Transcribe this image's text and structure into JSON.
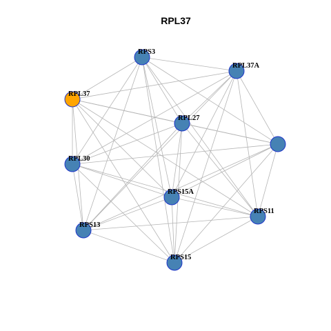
{
  "title": "RPL37",
  "colors": {
    "highlight_node": "#FFA500",
    "default_node": "#4682B4",
    "node_border": "#1F35C9",
    "edge": "#B4B4B4"
  },
  "nodes": [
    {
      "id": "RPS3",
      "label": "RPS3",
      "highlight": false
    },
    {
      "id": "RPL37A",
      "label": "RPL37A",
      "highlight": false
    },
    {
      "id": "RPL37",
      "label": "RPL37",
      "highlight": true
    },
    {
      "id": "RPL27",
      "label": "RPL27",
      "highlight": false
    },
    {
      "id": "N_unlabeled",
      "label": "",
      "highlight": false
    },
    {
      "id": "RPL30",
      "label": "RPL30",
      "highlight": false
    },
    {
      "id": "RPS15A",
      "label": "RPS15A",
      "highlight": false
    },
    {
      "id": "RPS11",
      "label": "RPS11",
      "highlight": false
    },
    {
      "id": "RPS13",
      "label": "RPS13",
      "highlight": false
    },
    {
      "id": "RPS15",
      "label": "RPS15",
      "highlight": false
    }
  ],
  "edges": [
    [
      "RPS3",
      "RPL37A"
    ],
    [
      "RPS3",
      "RPL37"
    ],
    [
      "RPS3",
      "RPL27"
    ],
    [
      "RPS3",
      "N_unlabeled"
    ],
    [
      "RPS3",
      "RPL30"
    ],
    [
      "RPS3",
      "RPS15A"
    ],
    [
      "RPS3",
      "RPS11"
    ],
    [
      "RPS3",
      "RPS13"
    ],
    [
      "RPS3",
      "RPS15"
    ],
    [
      "RPL37A",
      "RPL37"
    ],
    [
      "RPL37A",
      "RPL27"
    ],
    [
      "RPL37A",
      "N_unlabeled"
    ],
    [
      "RPL37A",
      "RPL30"
    ],
    [
      "RPL37A",
      "RPS15A"
    ],
    [
      "RPL37A",
      "RPS11"
    ],
    [
      "RPL37A",
      "RPS13"
    ],
    [
      "RPL37A",
      "RPS15"
    ],
    [
      "RPL37",
      "RPL27"
    ],
    [
      "RPL37",
      "N_unlabeled"
    ],
    [
      "RPL37",
      "RPL30"
    ],
    [
      "RPL37",
      "RPS15A"
    ],
    [
      "RPL37",
      "RPS11"
    ],
    [
      "RPL37",
      "RPS13"
    ],
    [
      "RPL37",
      "RPS15"
    ],
    [
      "RPL27",
      "N_unlabeled"
    ],
    [
      "RPL27",
      "RPL30"
    ],
    [
      "RPL27",
      "RPS15A"
    ],
    [
      "RPL27",
      "RPS11"
    ],
    [
      "RPL27",
      "RPS13"
    ],
    [
      "RPL27",
      "RPS15"
    ],
    [
      "N_unlabeled",
      "RPL30"
    ],
    [
      "N_unlabeled",
      "RPS15A"
    ],
    [
      "N_unlabeled",
      "RPS11"
    ],
    [
      "N_unlabeled",
      "RPS13"
    ],
    [
      "N_unlabeled",
      "RPS15"
    ],
    [
      "RPL30",
      "RPS15A"
    ],
    [
      "RPL30",
      "RPS11"
    ],
    [
      "RPL30",
      "RPS13"
    ],
    [
      "RPL30",
      "RPS15"
    ],
    [
      "RPS15A",
      "RPS11"
    ],
    [
      "RPS15A",
      "RPS13"
    ],
    [
      "RPS15A",
      "RPS15"
    ],
    [
      "RPS11",
      "RPS13"
    ],
    [
      "RPS11",
      "RPS15"
    ],
    [
      "RPS13",
      "RPS15"
    ]
  ]
}
